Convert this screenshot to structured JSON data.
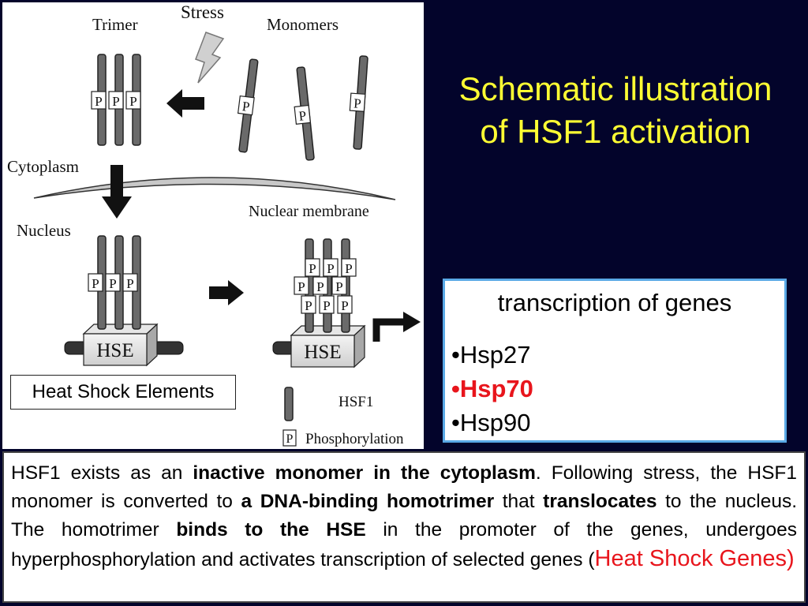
{
  "slide": {
    "title_line1": "Schematic illustration",
    "title_line2": "of HSF1 activation"
  },
  "diagram": {
    "labels": {
      "stress": "Stress",
      "trimer": "Trimer",
      "monomers": "Monomers",
      "cytoplasm": "Cytoplasm",
      "nuclear_membrane": "Nuclear membrane",
      "nucleus": "Nucleus",
      "hse": "HSE",
      "legend_hsf1": "HSF1",
      "legend_phosphorylation": "Phosphorylation",
      "p": "P"
    },
    "callout": "Heat Shock Elements"
  },
  "genes_box": {
    "heading": "transcription of genes",
    "items": [
      {
        "label": "•Hsp27",
        "highlight": false
      },
      {
        "label": "•Hsp70",
        "highlight": true
      },
      {
        "label": "•Hsp90",
        "highlight": false
      }
    ]
  },
  "summary": {
    "s1": "HSF1 exists as an ",
    "s2": "inactive monomer in the cytoplasm",
    "s3": ". Following stress, the HSF1 monomer is converted to ",
    "s4": "a DNA-binding homotrimer",
    "s5": " that ",
    "s6": "translocates",
    "s7": " to the nucleus. The homotrimer ",
    "s8": "binds to the HSE",
    "s9": " in the promoter of the genes, undergoes hyperphosphorylation and activates transcription of selected genes (",
    "s10": "Heat Shock Genes)"
  },
  "colors": {
    "background": "#03042b",
    "title": "#ffff33",
    "highlight_red": "#e8151c",
    "box_border": "#5aa9e6",
    "rod_fill": "#6a6a6a"
  }
}
